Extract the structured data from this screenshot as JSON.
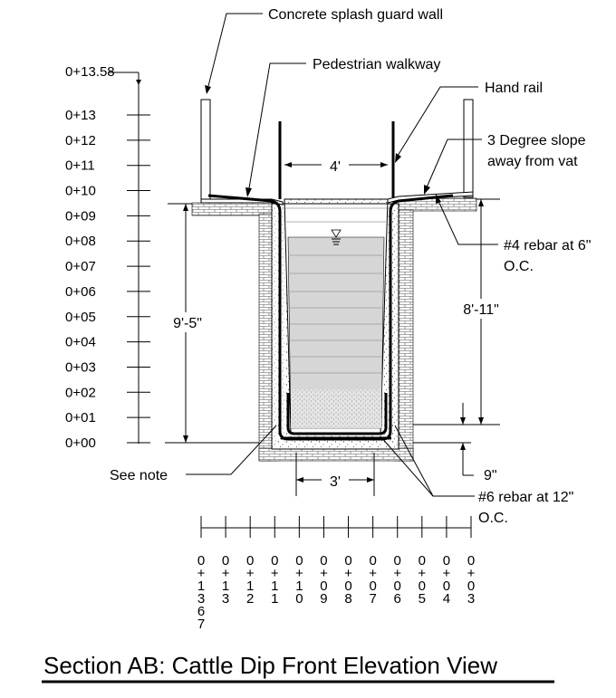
{
  "labels": {
    "splash_guard": "Concrete splash guard wall",
    "walkway": "Pedestrian walkway",
    "hand_rail": "Hand rail",
    "slope_line1": "3 Degree slope",
    "slope_line2": "away from vat",
    "rebar4_line1": "#4 rebar at 6\"",
    "rebar4_line2": "O.C.",
    "rebar6_line1": "#6 rebar at 12\"",
    "rebar6_line2": "O.C.",
    "see_note": "See note"
  },
  "dimensions": {
    "top_width": "4'",
    "bottom_width": "3'",
    "left_height": "9'-5\"",
    "right_height": "8'-11\"",
    "base": "9\""
  },
  "vertical_scale": {
    "top": "0+13.58",
    "ticks": [
      "0+13",
      "0+12",
      "0+11",
      "0+10",
      "0+09",
      "0+08",
      "0+07",
      "0+06",
      "0+05",
      "0+04",
      "0+03",
      "0+02",
      "0+01",
      "0+00"
    ]
  },
  "horizontal_scale": {
    "ticks": [
      [
        "0",
        "+",
        "1",
        "3",
        "6",
        "7"
      ],
      [
        "0",
        "+",
        "1",
        "3"
      ],
      [
        "0",
        "+",
        "1",
        "2"
      ],
      [
        "0",
        "+",
        "1",
        "1"
      ],
      [
        "0",
        "+",
        "1",
        "0"
      ],
      [
        "0",
        "+",
        "0",
        "9"
      ],
      [
        "0",
        "+",
        "0",
        "8"
      ],
      [
        "0",
        "+",
        "0",
        "7"
      ],
      [
        "0",
        "+",
        "0",
        "6"
      ],
      [
        "0",
        "+",
        "0",
        "5"
      ],
      [
        "0",
        "+",
        "0",
        "4"
      ],
      [
        "0",
        "+",
        "0",
        "3"
      ]
    ]
  },
  "title": "Section AB: Cattle Dip Front Elevation View"
}
